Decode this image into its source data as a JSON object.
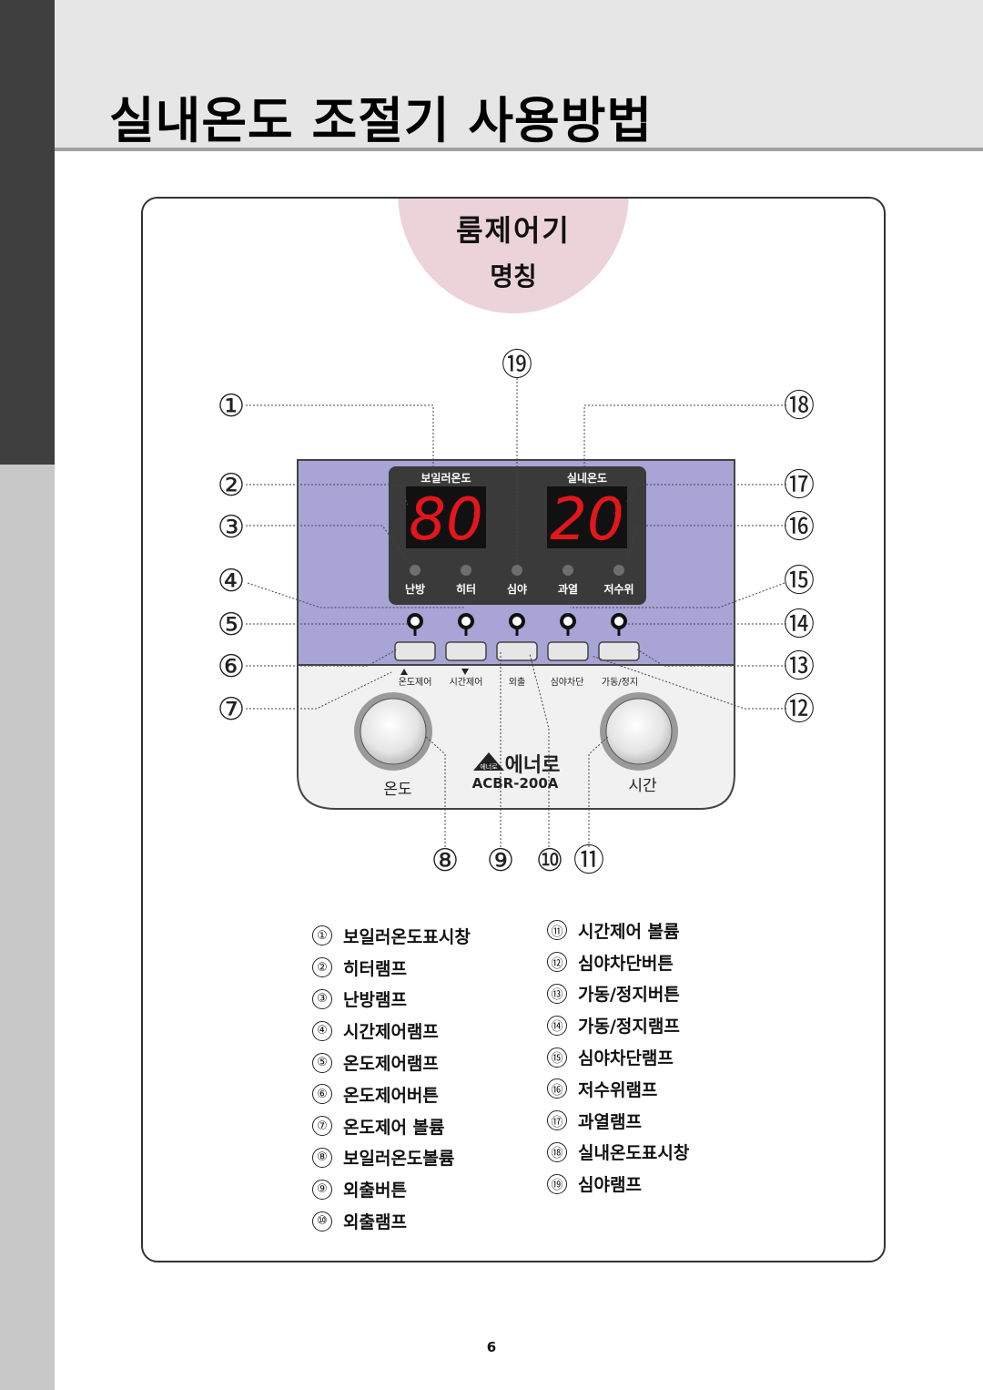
{
  "page": {
    "title": "실내온도 조절기 사용방법",
    "page_number": "6"
  },
  "badge": {
    "line1": "룸제어기",
    "line2": "명칭"
  },
  "device": {
    "display_left_label": "보일러온도",
    "display_right_label": "실내온도",
    "display_left_value": "80",
    "display_right_value": "20",
    "lamp_labels": [
      "난방",
      "히터",
      "심야",
      "과열",
      "저수위"
    ],
    "button_labels": [
      "온도제어",
      "시간제어",
      "외출",
      "심야차단",
      "가동/정지"
    ],
    "knob_left_label": "온도",
    "knob_right_label": "시간",
    "brand": "에너로",
    "brand_tag": "에너로",
    "model": "ACBR-200A"
  },
  "callouts": {
    "left": [
      "①",
      "②",
      "③",
      "④",
      "⑤",
      "⑥",
      "⑦"
    ],
    "right": [
      "⑱",
      "⑰",
      "⑯",
      "⑮",
      "⑭",
      "⑬",
      "⑫"
    ],
    "top": "⑲",
    "bottom": [
      "⑧",
      "⑨",
      "⑩",
      "⑪"
    ]
  },
  "legend_left": [
    {
      "num": "①",
      "text": "보일러온도표시창"
    },
    {
      "num": "②",
      "text": "히터램프"
    },
    {
      "num": "③",
      "text": "난방램프"
    },
    {
      "num": "④",
      "text": "시간제어램프"
    },
    {
      "num": "⑤",
      "text": "온도제어램프"
    },
    {
      "num": "⑥",
      "text": "온도제어버튼"
    },
    {
      "num": "⑦",
      "text": "온도제어 볼륨"
    },
    {
      "num": "⑧",
      "text": "보일러온도볼륨"
    },
    {
      "num": "⑨",
      "text": "외출버튼"
    },
    {
      "num": "⑩",
      "text": "외출램프"
    }
  ],
  "legend_right": [
    {
      "num": "⑪",
      "text": "시간제어 볼륨"
    },
    {
      "num": "⑫",
      "text": "심야차단버튼"
    },
    {
      "num": "⑬",
      "text": "가동/정지버튼"
    },
    {
      "num": "⑭",
      "text": "가동/정지램프"
    },
    {
      "num": "⑮",
      "text": "심야차단램프"
    },
    {
      "num": "⑯",
      "text": "저수위램프"
    },
    {
      "num": "⑰",
      "text": "과열램프"
    },
    {
      "num": "⑱",
      "text": "실내온도표시창"
    },
    {
      "num": "⑲",
      "text": "심야램프"
    }
  ],
  "colors": {
    "panel_top": "#a9a4d6",
    "display_bg": "#3a3a3a",
    "digit_red": "#e3161c",
    "pink": "#ecd2d9"
  }
}
